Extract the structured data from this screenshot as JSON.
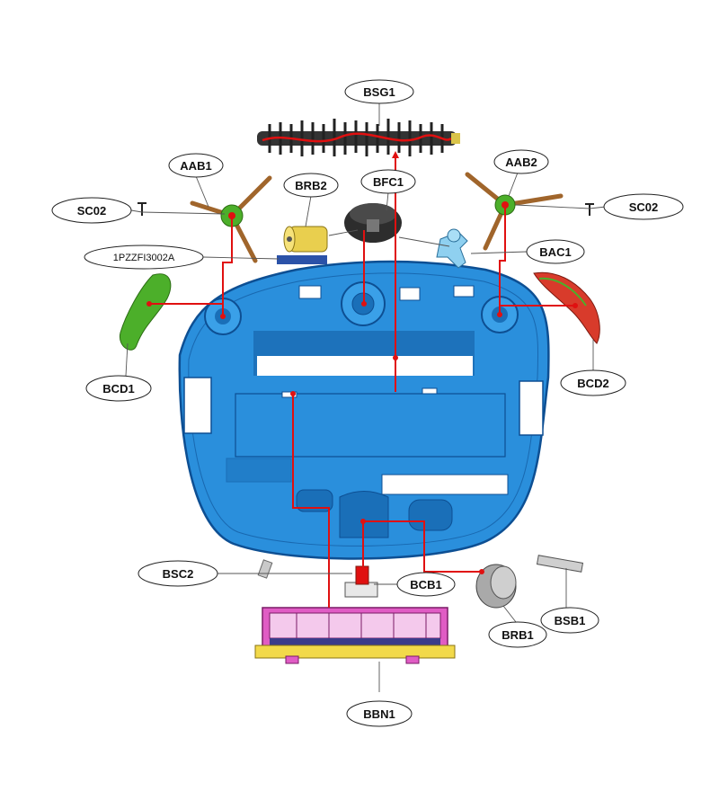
{
  "parts": [
    {
      "key": "bsg1",
      "code": "BSG1"
    },
    {
      "key": "aab1",
      "code": "AAB1"
    },
    {
      "key": "aab2",
      "code": "AAB2"
    },
    {
      "key": "sc02_left",
      "code": "SC02"
    },
    {
      "key": "sc02_right",
      "code": "SC02"
    },
    {
      "key": "brb2",
      "code": "BRB2"
    },
    {
      "key": "bfc1",
      "code": "BFC1"
    },
    {
      "key": "bac1",
      "code": "BAC1"
    },
    {
      "key": "part_1pzzfi",
      "code": "1PZZFI3002A"
    },
    {
      "key": "bcd1",
      "code": "BCD1"
    },
    {
      "key": "bcd2",
      "code": "BCD2"
    },
    {
      "key": "bsc2",
      "code": "BSC2"
    },
    {
      "key": "bcb1",
      "code": "BCB1"
    },
    {
      "key": "brb1",
      "code": "BRB1"
    },
    {
      "key": "bsb1",
      "code": "BSB1"
    },
    {
      "key": "bbn1",
      "code": "BBN1"
    }
  ],
  "colors": {
    "body_blue": "#2a8fdc",
    "body_dark": "#0d4f93",
    "leader_red": "#e01010",
    "side_brush_green": "#4caf2a",
    "bumper_red": "#d83b2b",
    "bin_pink": "#e05cc4",
    "bin_yellow": "#f2d94a"
  }
}
